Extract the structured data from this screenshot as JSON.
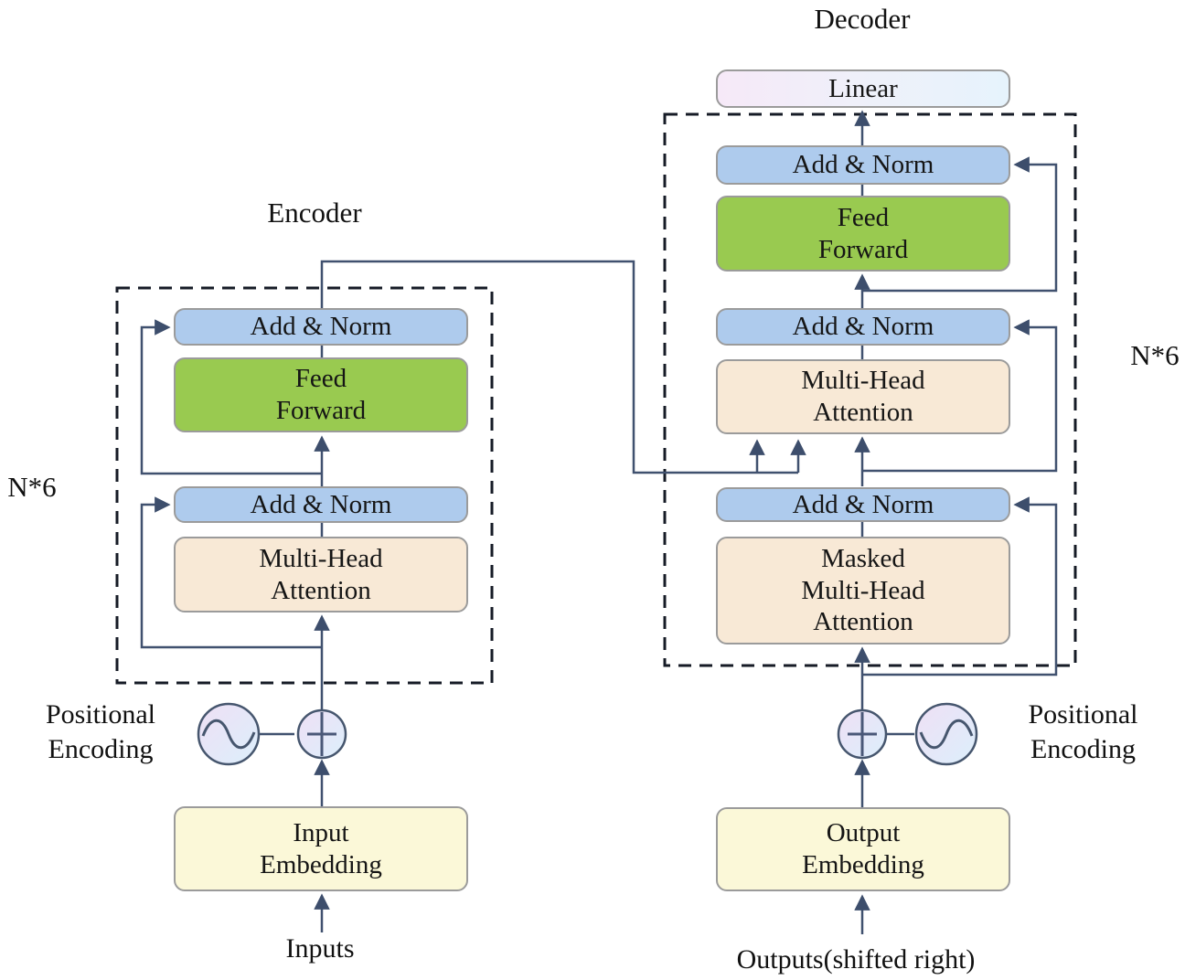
{
  "titles": {
    "encoder": "Encoder",
    "decoder": "Decoder"
  },
  "encoder": {
    "repeat_label": "N*6",
    "add_norm_top": "Add & Norm",
    "feed_forward": "Feed\nForward",
    "add_norm_bottom": "Add & Norm",
    "attention": "Multi-Head\nAttention",
    "embedding": "Input\nEmbedding",
    "positional_encoding": "Positional\nEncoding",
    "input_label": "Inputs"
  },
  "decoder": {
    "repeat_label": "N*6",
    "linear": "Linear",
    "add_norm_top": "Add & Norm",
    "feed_forward": "Feed\nForward",
    "add_norm_mid": "Add & Norm",
    "attention": "Multi-Head\nAttention",
    "add_norm_bottom": "Add & Norm",
    "masked_attention": "Masked\nMulti-Head\nAttention",
    "embedding": "Output\nEmbedding",
    "positional_encoding": "Positional\nEncoding",
    "output_label": "Outputs(shifted right)"
  },
  "colors": {
    "add_norm_fill": "#aecbed",
    "feed_forward_fill": "#99ca50",
    "attention_fill": "#f8e9d6",
    "embedding_fill": "#fbf8d8",
    "linear_gradient_start": "#f6e9f8",
    "linear_gradient_end": "#e6f3fc",
    "circle_gradient_start": "#ece2f6",
    "circle_gradient_end": "#ddeefb",
    "connector_line": "#40516f",
    "box_border": "#9b9b9b",
    "dashed_border": "#161b26"
  }
}
